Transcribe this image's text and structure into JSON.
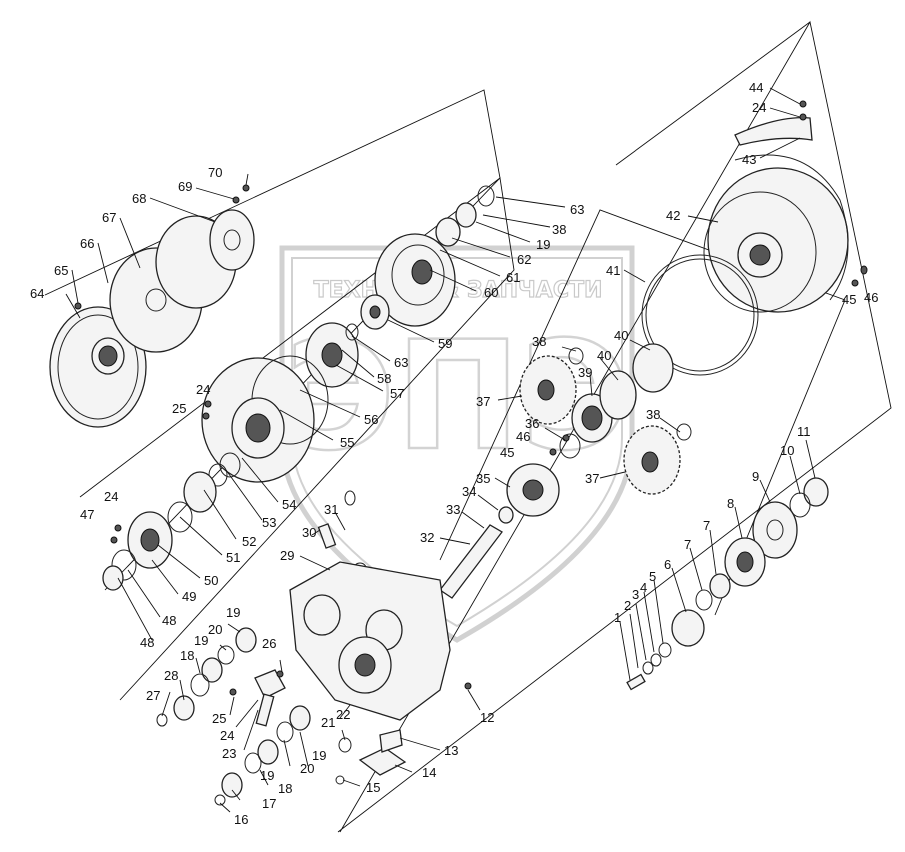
{
  "watermark": {
    "text": "ТЕХНИКА & ЗАПЧАСТИ",
    "logo_letters": "ЭПЭ",
    "color": "#9a9a9a"
  },
  "labels": [
    {
      "id": "l44",
      "text": "44"
    },
    {
      "id": "l24a",
      "text": "24"
    },
    {
      "id": "l43",
      "text": "43"
    },
    {
      "id": "l42",
      "text": "42"
    },
    {
      "id": "l41",
      "text": "41"
    },
    {
      "id": "l45a",
      "text": "45"
    },
    {
      "id": "l46a",
      "text": "46"
    },
    {
      "id": "l70",
      "text": "70"
    },
    {
      "id": "l69",
      "text": "69"
    },
    {
      "id": "l68",
      "text": "68"
    },
    {
      "id": "l67",
      "text": "67"
    },
    {
      "id": "l66",
      "text": "66"
    },
    {
      "id": "l65",
      "text": "65"
    },
    {
      "id": "l64",
      "text": "64"
    },
    {
      "id": "l63a",
      "text": "63"
    },
    {
      "id": "l38a",
      "text": "38"
    },
    {
      "id": "l19a",
      "text": "19"
    },
    {
      "id": "l62",
      "text": "62"
    },
    {
      "id": "l61",
      "text": "61"
    },
    {
      "id": "l60",
      "text": "60"
    },
    {
      "id": "l59",
      "text": "59"
    },
    {
      "id": "l63b",
      "text": "63"
    },
    {
      "id": "l58",
      "text": "58"
    },
    {
      "id": "l57",
      "text": "57"
    },
    {
      "id": "l56",
      "text": "56"
    },
    {
      "id": "l55",
      "text": "55"
    },
    {
      "id": "l54",
      "text": "54"
    },
    {
      "id": "l53",
      "text": "53"
    },
    {
      "id": "l52",
      "text": "52"
    },
    {
      "id": "l51",
      "text": "51"
    },
    {
      "id": "l50",
      "text": "50"
    },
    {
      "id": "l49",
      "text": "49"
    },
    {
      "id": "l48a",
      "text": "48"
    },
    {
      "id": "l48b",
      "text": "48"
    },
    {
      "id": "l47",
      "text": "47"
    },
    {
      "id": "l24b",
      "text": "24"
    },
    {
      "id": "l24c",
      "text": "24"
    },
    {
      "id": "l25a",
      "text": "25"
    },
    {
      "id": "l38b",
      "text": "38"
    },
    {
      "id": "l40a",
      "text": "40"
    },
    {
      "id": "l40b",
      "text": "40"
    },
    {
      "id": "l39",
      "text": "39"
    },
    {
      "id": "l37a",
      "text": "37"
    },
    {
      "id": "l36",
      "text": "36"
    },
    {
      "id": "l46b",
      "text": "46"
    },
    {
      "id": "l45b",
      "text": "45"
    },
    {
      "id": "l38c",
      "text": "38"
    },
    {
      "id": "l37b",
      "text": "37"
    },
    {
      "id": "l35",
      "text": "35"
    },
    {
      "id": "l34",
      "text": "34"
    },
    {
      "id": "l33",
      "text": "33"
    },
    {
      "id": "l32",
      "text": "32"
    },
    {
      "id": "l31",
      "text": "31"
    },
    {
      "id": "l30",
      "text": "30"
    },
    {
      "id": "l29",
      "text": "29"
    },
    {
      "id": "l11",
      "text": "11"
    },
    {
      "id": "l10",
      "text": "10"
    },
    {
      "id": "l9",
      "text": "9"
    },
    {
      "id": "l8",
      "text": "8"
    },
    {
      "id": "l7a",
      "text": "7"
    },
    {
      "id": "l7b",
      "text": "7"
    },
    {
      "id": "l6",
      "text": "6"
    },
    {
      "id": "l5",
      "text": "5"
    },
    {
      "id": "l4",
      "text": "4"
    },
    {
      "id": "l3",
      "text": "3"
    },
    {
      "id": "l2",
      "text": "2"
    },
    {
      "id": "l1",
      "text": "1"
    },
    {
      "id": "l12",
      "text": "12"
    },
    {
      "id": "l13",
      "text": "13"
    },
    {
      "id": "l14",
      "text": "14"
    },
    {
      "id": "l15",
      "text": "15"
    },
    {
      "id": "l16",
      "text": "16"
    },
    {
      "id": "l17",
      "text": "17"
    },
    {
      "id": "l18a",
      "text": "18"
    },
    {
      "id": "l18b",
      "text": "18"
    },
    {
      "id": "l19b",
      "text": "19"
    },
    {
      "id": "l19c",
      "text": "19"
    },
    {
      "id": "l19d",
      "text": "19"
    },
    {
      "id": "l19e",
      "text": "19"
    },
    {
      "id": "l20a",
      "text": "20"
    },
    {
      "id": "l20b",
      "text": "20"
    },
    {
      "id": "l21",
      "text": "21"
    },
    {
      "id": "l22",
      "text": "22"
    },
    {
      "id": "l23",
      "text": "23"
    },
    {
      "id": "l24d",
      "text": "24"
    },
    {
      "id": "l25b",
      "text": "25"
    },
    {
      "id": "l26",
      "text": "26"
    },
    {
      "id": "l27",
      "text": "27"
    },
    {
      "id": "l28",
      "text": "28"
    }
  ]
}
